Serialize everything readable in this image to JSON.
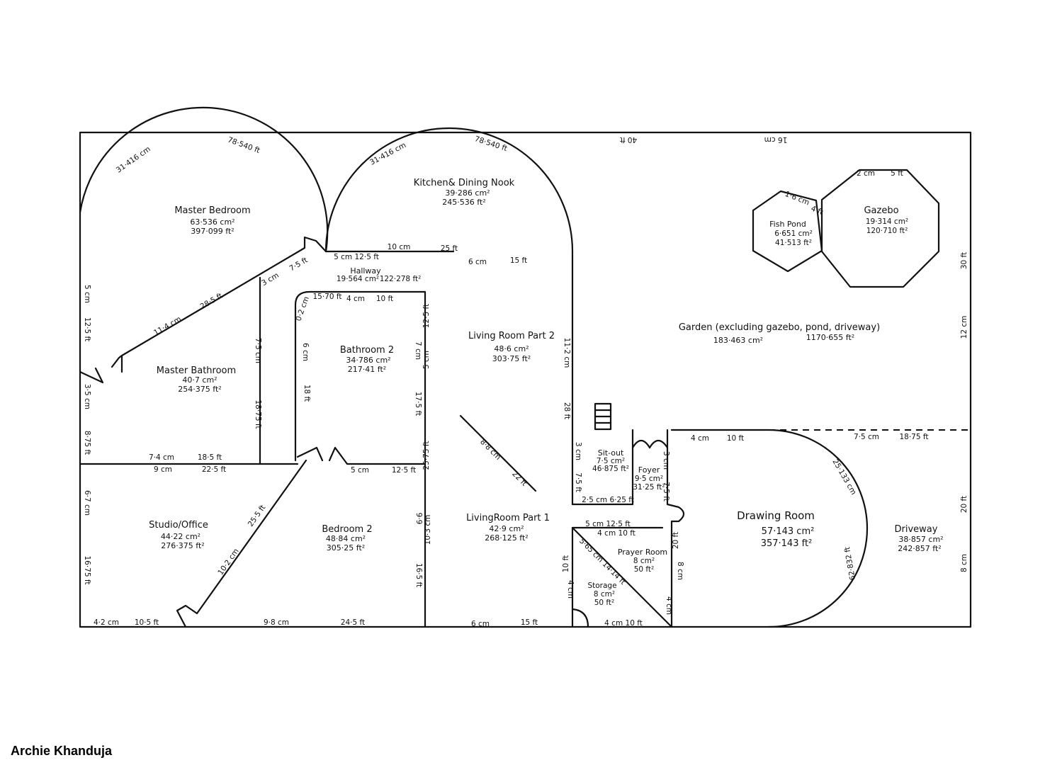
{
  "author": "Archie Khanduja",
  "rooms": {
    "master_bedroom": {
      "name": "Master Bedroom",
      "area_cm": "63·536 cm²",
      "area_ft": "397·099 ft²"
    },
    "kitchen": {
      "name": "Kitchen& Dining Nook",
      "area_cm": "39·286 cm²",
      "area_ft": "245·536 ft²"
    },
    "hallway": {
      "name": "Hallway",
      "area_cm": "19·564 cm²",
      "area_ft": "122·278 ft²"
    },
    "master_bathroom": {
      "name": "Master Bathroom",
      "area_cm": "40·7 cm²",
      "area_ft": "254·375 ft²"
    },
    "bathroom2": {
      "name": "Bathroom 2",
      "area_cm": "34·786 cm²",
      "area_ft": "217·41 ft²"
    },
    "living_room_2": {
      "name": "Living Room Part 2",
      "area_cm": "48·6 cm²",
      "area_ft": "303·75 ft²"
    },
    "studio": {
      "name": "Studio/Office",
      "area_cm": "44·22 cm²",
      "area_ft": "276·375 ft²"
    },
    "bedroom2": {
      "name": "Bedroom 2",
      "area_cm": "48·84 cm²",
      "area_ft": "305·25 ft²"
    },
    "living_room_1": {
      "name": "LivingRoom Part 1",
      "area_cm": "42·9 cm²",
      "area_ft": "268·125 ft²"
    },
    "sit_out": {
      "name": "Sit-out",
      "area_cm": "7·5 cm²",
      "area_ft": "46·875 ft²"
    },
    "foyer": {
      "name": "Foyer",
      "area_cm": "9·5 cm²",
      "area_ft": "31·25 ft²"
    },
    "prayer_room": {
      "name": "Prayer Room",
      "area_cm": "8 cm²",
      "area_ft": "50 ft²"
    },
    "storage": {
      "name": "Storage",
      "area_cm": "8 cm²",
      "area_ft": "50 ft²"
    },
    "drawing_room": {
      "name": "Drawing Room",
      "area_cm": "57·143 cm²",
      "area_ft": "357·143 ft²"
    },
    "driveway": {
      "name": "Driveway",
      "area_cm": "38·857 cm²",
      "area_ft": "242·857 ft²"
    },
    "garden": {
      "name": "Garden (excluding gazebo, pond, driveway)",
      "area_cm": "183·463 cm²",
      "area_ft": "1170·655 ft²"
    },
    "fish_pond": {
      "name": "Fish Pond",
      "area_cm": "6·651 cm²",
      "area_ft": "41·513 ft²"
    },
    "gazebo": {
      "name": "Gazebo",
      "area_cm": "19·314 cm²",
      "area_ft": "120·710 ft²"
    }
  },
  "dimensions": {
    "top_ft": "40 ft",
    "top_cm": "16 cm",
    "arc1_cm": "31·416 cm",
    "arc1_ft": "78·540 ft",
    "arc2_cm": "31·416 cm",
    "arc2_ft": "78·540 ft",
    "right_ft": "30 ft",
    "right_cm": "12 cm",
    "right_low_ft": "20 ft",
    "right_low_cm": "8 cm",
    "left_cm_1": "5 cm",
    "left_ft_1": "12·5 ft",
    "left_cm_2": "3·5 cm",
    "left_ft_2": "8·75 ft",
    "left_cm_3": "6·7 cm",
    "left_ft_3": "16·75 ft",
    "bottom_1_cm": "4·2 cm",
    "bottom_1_ft": "10·5 ft",
    "bottom_2_cm": "9·8 cm",
    "bottom_2_ft": "24·5 ft",
    "bottom_3_cm": "6 cm",
    "bottom_3_ft": "15 ft",
    "bottom_4": "4 cm 10 ft",
    "diag_mb_cm": "11·4 cm",
    "diag_mb_ft": "28·5 ft",
    "mb_top_cm": "3 cm",
    "mb_top_ft": "7·5 ft",
    "hall_10cm": "10 cm",
    "hall_25ft": "25 ft",
    "hall_5cm": "5 cm 12·5 ft",
    "lr_6cm": "6 cm",
    "lr_15ft": "15 ft",
    "mb_7cm": "7·5 cm",
    "mb_1875": "18·75 ft",
    "mbath_74": "7·4 cm",
    "mbath_185": "18·5 ft",
    "mbath_9cm": "9 cm",
    "mbath_225": "22·5 ft",
    "b2_top_cm": "4 cm",
    "b2_top_ft": "10 ft",
    "b2_corner_cm": "0·2 cm",
    "b2_corner_ft": "15·70 ft",
    "b2_6cm": "6 cm",
    "b2_18ft": "18 ft",
    "b2_r_7cm": "7 cm",
    "b2_r_5cm": "5 cm",
    "b2_r_125": "12·5 ft",
    "b2_r_175": "17·5 ft",
    "b2_bot_5cm": "5 cm",
    "b2_bot_125": "12·5 ft",
    "bed2_r_ft": "25·75 ft",
    "bed2_r_cm": "10·3 cm",
    "bed2_r_cm2": "9·9",
    "bed2_r_ft2": "16·5 ft",
    "studio_diag_cm": "10·2 cm",
    "studio_diag_ft": "25·5 ft",
    "lr_diag_cm": "8·8 cm",
    "lr_diag_ft": "22 ft",
    "lr_r_cm": "11·2 cm",
    "lr_r_ft": "28 ft",
    "sit_3cm": "3 cm",
    "sit_75": "7·5 ft",
    "sit_bot": "2·5 cm 6·25 ft",
    "foyer_r_cm": "3 cm",
    "foyer_r_ft": "7·5 ft",
    "pr_top": "5 cm 12·5 ft",
    "pr_top2": "4 cm 10 ft",
    "pr_diag": "5·65 cm 14·14 ft",
    "pr_side_cm": "4 cm",
    "pr_side_ft": "10 ft",
    "pr_r_cm": "8 cm",
    "pr_r_ft": "20 ft",
    "pr_r_4cm": "4 cm",
    "dr_top_cm": "4 cm",
    "dr_top_ft": "10 ft",
    "dr_arc_cm": "25·133 cm",
    "dr_arc_ft": "62·832 ft",
    "drive_cm": "7·5 cm",
    "drive_ft": "18·75 ft",
    "pond_side": "1·6 cm",
    "pond_ft": "4 ft",
    "gazebo_cm": "2 cm",
    "gazebo_ft": "5 ft"
  }
}
